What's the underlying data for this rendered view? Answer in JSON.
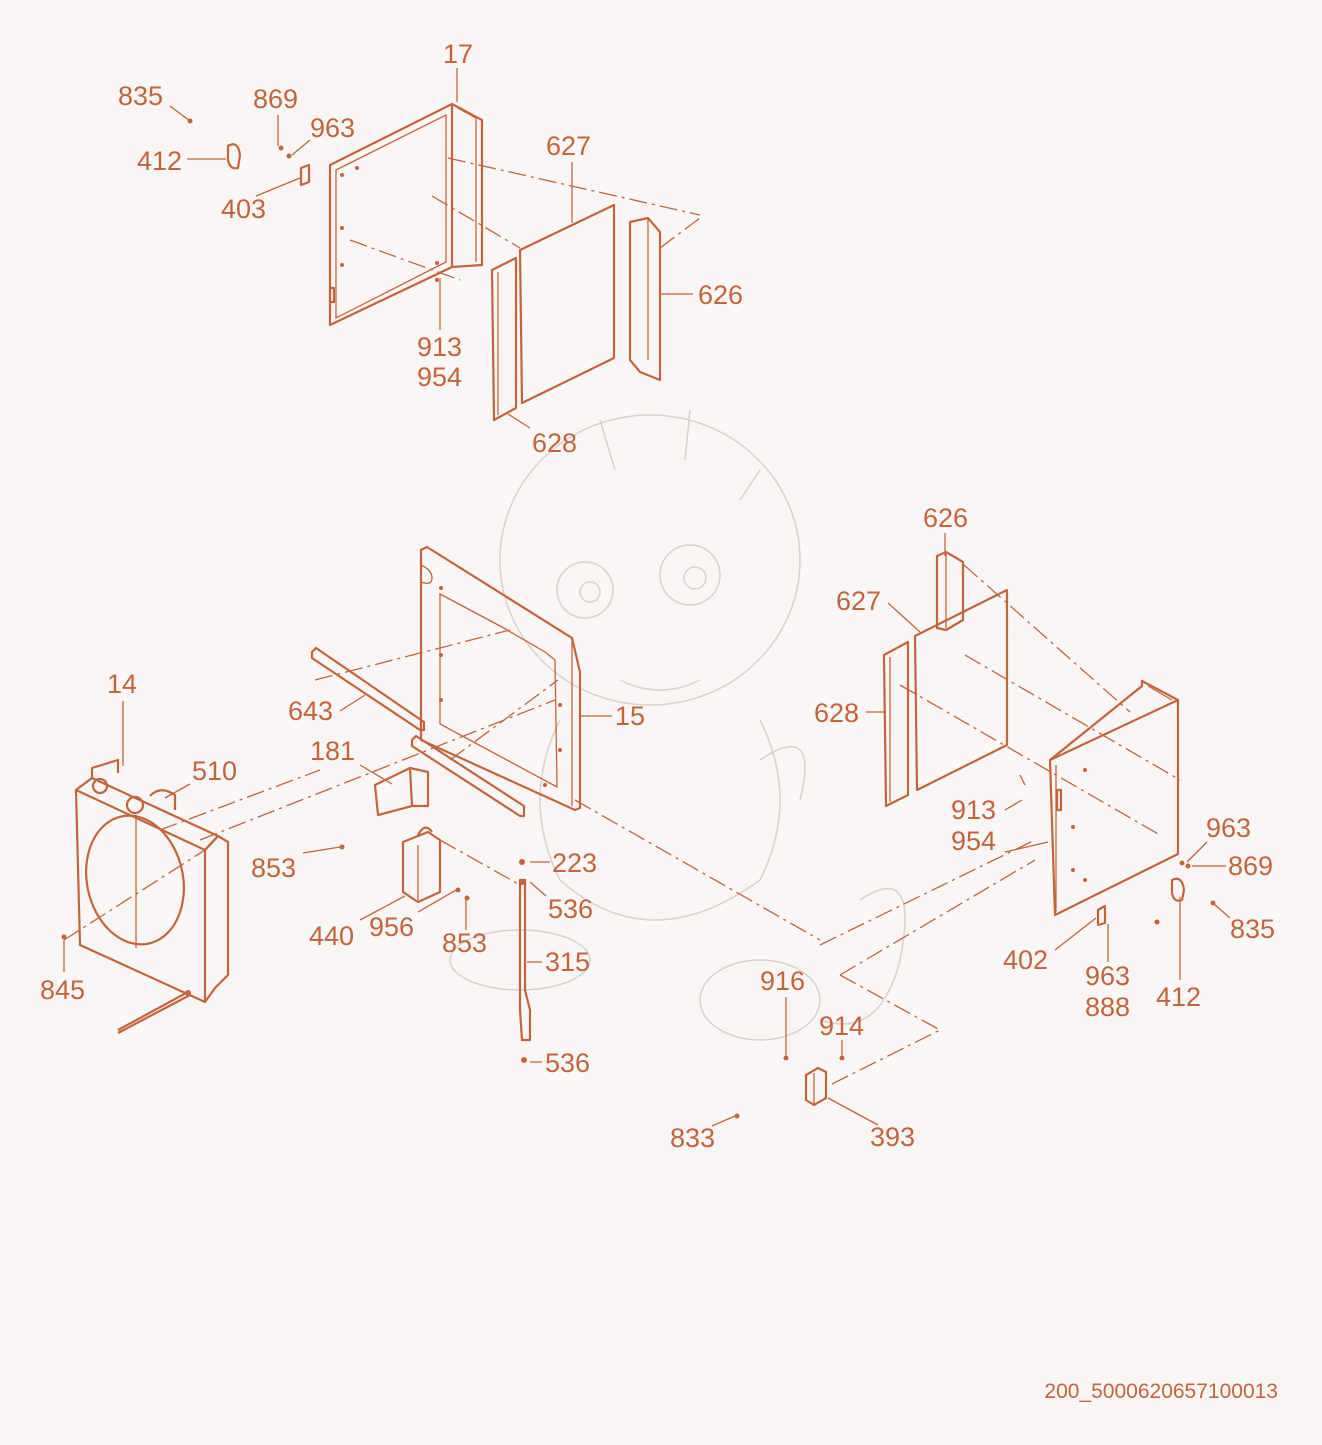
{
  "diagram": {
    "callouts": {
      "c17": "17",
      "c835a": "835",
      "c869a": "869",
      "c963a": "963",
      "c412a": "412",
      "c403": "403",
      "c627a": "627",
      "c626a": "626",
      "c913a": "913",
      "c954a": "954",
      "c628a": "628",
      "c626b": "626",
      "c627b": "627",
      "c628b": "628",
      "c14": "14",
      "c510": "510",
      "c643": "643",
      "c181": "181",
      "c15": "15",
      "c853a": "853",
      "c223": "223",
      "c536a": "536",
      "c440": "440",
      "c956": "956",
      "c853b": "853",
      "c315": "315",
      "c536b": "536",
      "c845": "845",
      "c913b": "913",
      "c954b": "954",
      "c963b": "963",
      "c869b": "869",
      "c835b": "835",
      "c402": "402",
      "c963c": "963",
      "c888": "888",
      "c412b": "412",
      "c916": "916",
      "c914": "914",
      "c833": "833",
      "c393": "393"
    },
    "drawing_number": "200_5000620657100013",
    "line_color": "#c2653f",
    "background_color": "#f9f6f5"
  }
}
